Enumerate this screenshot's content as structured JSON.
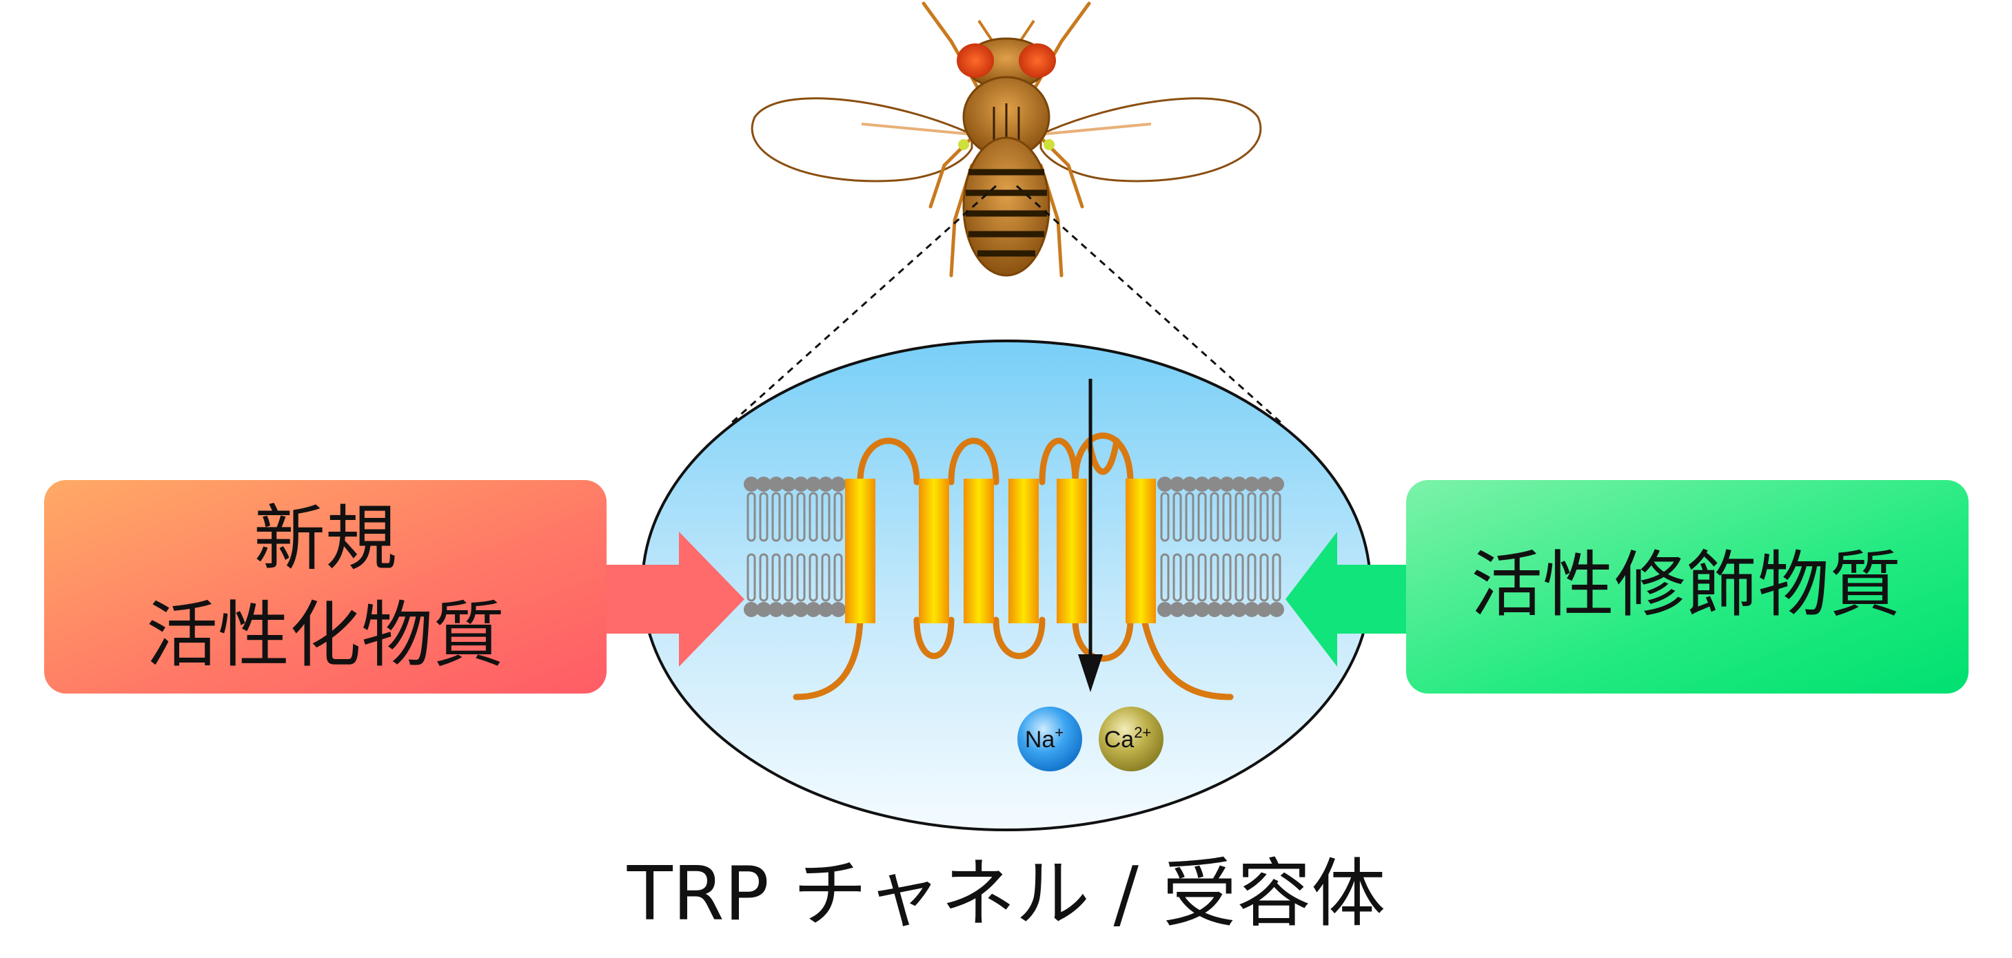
{
  "left_box": {
    "line1": "新規",
    "line2": "活性化物質",
    "color_start": "#FFAA66",
    "color_end": "#FF5C66"
  },
  "right_box": {
    "label": "活性修飾物質",
    "color_start": "#66F2A0",
    "color_end": "#00E676"
  },
  "ions": {
    "na_base": "Na",
    "na_sup": "+",
    "ca_base": "Ca",
    "ca_sup": "2+"
  },
  "caption": "TRP チャネル / 受容体",
  "colors": {
    "cell_fill_top": "#79CFF7",
    "cell_fill_bottom": "#F2FAFE",
    "channel_loop": "#D9790F",
    "helix_outer": "#F7A400",
    "helix_inner": "#FFE000",
    "lipid": "#8A8A8A",
    "na_ion": "#1E8FE6",
    "ca_ion": "#A89A2E"
  },
  "icons": [
    "fruit-fly-icon",
    "lipid-bilayer-icon",
    "ion-flow-arrow-icon"
  ]
}
